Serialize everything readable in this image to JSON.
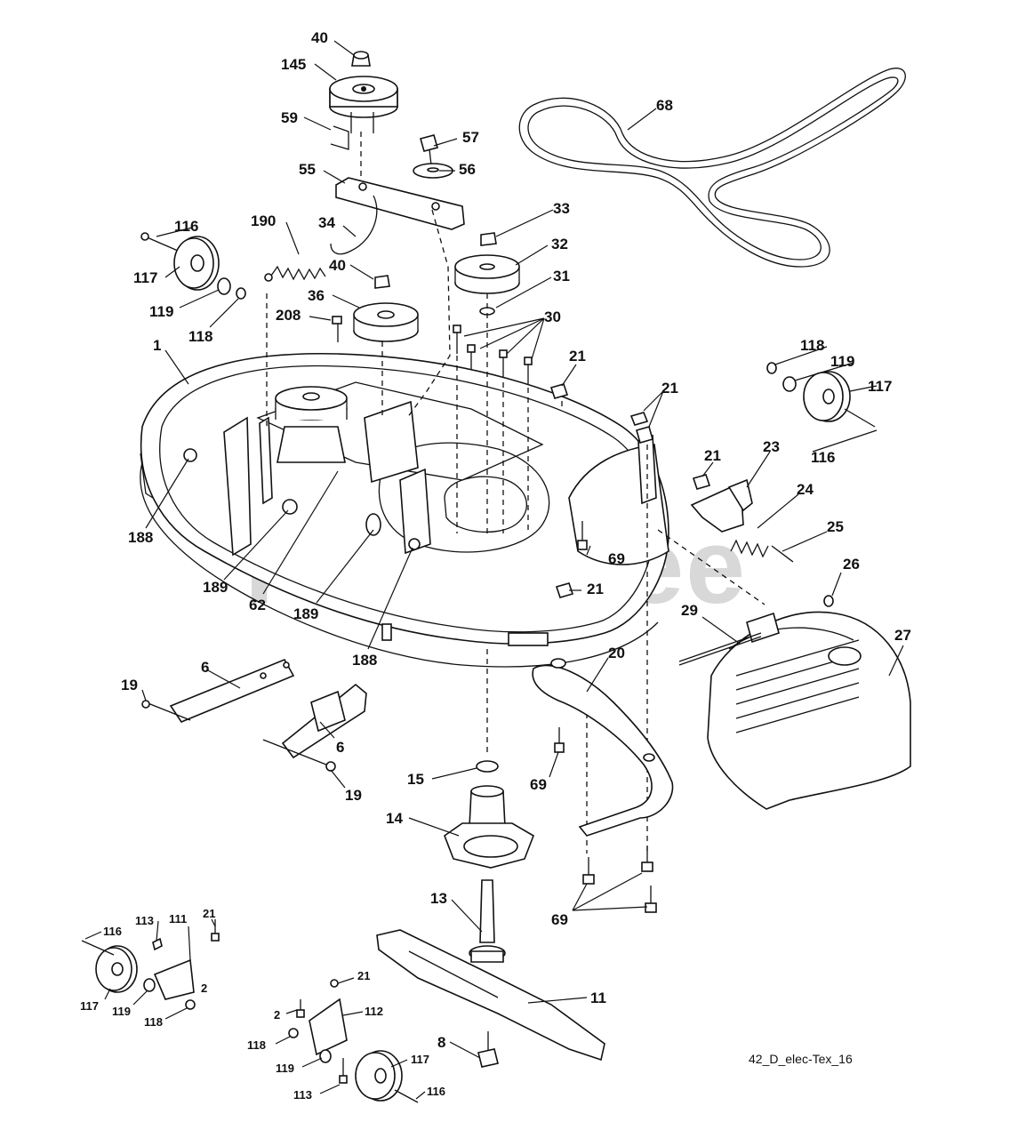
{
  "watermark": "PartsTree",
  "reference": "42_D_elec-Tex_16",
  "labels": {
    "l40a": "40",
    "l145": "145",
    "l59": "59",
    "l57": "57",
    "l68": "68",
    "l55": "55",
    "l56": "56",
    "l116a": "116",
    "l34": "34",
    "l33": "33",
    "l190": "190",
    "l32": "32",
    "l117a": "117",
    "l40b": "40",
    "l31": "31",
    "l36": "36",
    "l119a": "119",
    "l208": "208",
    "l30": "30",
    "l118a": "118",
    "l1": "1",
    "l21a": "21",
    "l118b": "118",
    "l119b": "119",
    "l21b": "21",
    "l117b": "117",
    "l116b": "116",
    "l21c": "21",
    "l23": "23",
    "l24": "24",
    "l25": "25",
    "l188a": "188",
    "l69a": "69",
    "l189a": "189",
    "l62": "62",
    "l26": "26",
    "l21d": "21",
    "l189b": "189",
    "l29": "29",
    "l27": "27",
    "l188b": "188",
    "l20": "20",
    "l6a": "6",
    "l19a": "19",
    "l6b": "6",
    "l19b": "19",
    "l15": "15",
    "l69b": "69",
    "l14": "14",
    "l13": "13",
    "l69c": "69",
    "l116c": "116",
    "l113a": "113",
    "l111": "111",
    "l21e": "21",
    "l117c": "117",
    "l119c": "119",
    "l2a": "2",
    "l118c": "118",
    "l21f": "21",
    "l11": "11",
    "l2b": "2",
    "l112": "112",
    "l118d": "118",
    "l8": "8",
    "l117d": "117",
    "l119d": "119",
    "l113b": "113",
    "l116d": "116"
  }
}
